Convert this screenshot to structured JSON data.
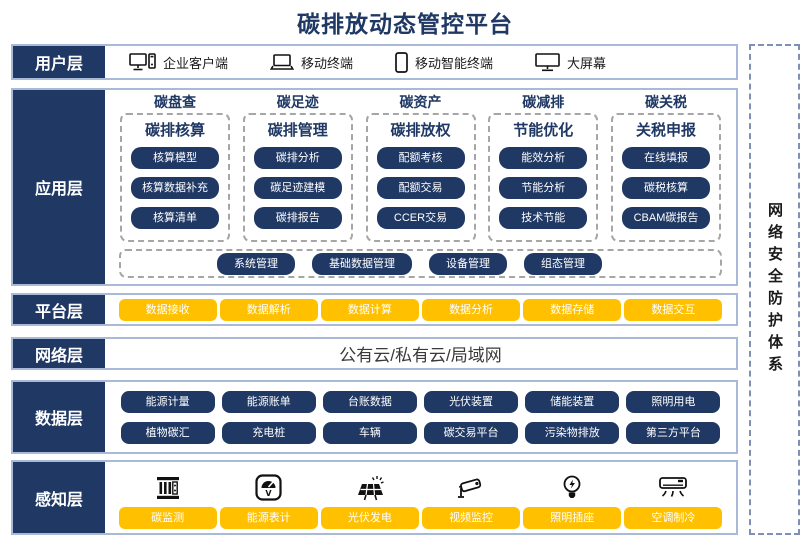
{
  "title": "碳排放动态管控平台",
  "colors": {
    "navy": "#1F3864",
    "yellow": "#FFC000",
    "band_border": "#A9B9D8"
  },
  "layers": {
    "user": {
      "label": "用户层",
      "items": [
        {
          "icon": "desktop-pc-icon",
          "label": "企业客户端"
        },
        {
          "icon": "laptop-icon",
          "label": "移动终端"
        },
        {
          "icon": "smartphone-icon",
          "label": "移动智能终端"
        },
        {
          "icon": "big-screen-icon",
          "label": "大屏幕"
        }
      ]
    },
    "app": {
      "label": "应用层",
      "columns": [
        {
          "category": "碳盘查",
          "group": "碳排核算",
          "items": [
            "核算模型",
            "核算数据补充",
            "核算清单"
          ]
        },
        {
          "category": "碳足迹",
          "group": "碳排管理",
          "items": [
            "碳排分析",
            "碳足迹建模",
            "碳排报告"
          ]
        },
        {
          "category": "碳资产",
          "group": "碳排放权",
          "items": [
            "配额考核",
            "配额交易",
            "CCER交易"
          ]
        },
        {
          "category": "碳减排",
          "group": "节能优化",
          "items": [
            "能效分析",
            "节能分析",
            "技术节能"
          ]
        },
        {
          "category": "碳关税",
          "group": "关税申报",
          "items": [
            "在线填报",
            "碳税核算",
            "CBAM碳报告"
          ]
        }
      ],
      "management_items": [
        "系统管理",
        "基础数据管理",
        "设备管理",
        "组态管理"
      ]
    },
    "platform": {
      "label": "平台层",
      "items": [
        "数据接收",
        "数据解析",
        "数据计算",
        "数据分析",
        "数据存储",
        "数据交互"
      ]
    },
    "network": {
      "label": "网络层",
      "text": "公有云/私有云/局域网"
    },
    "data": {
      "label": "数据层",
      "rows": [
        [
          "能源计量",
          "能源账单",
          "台账数据",
          "光伏装置",
          "储能装置",
          "照明用电"
        ],
        [
          "植物碳汇",
          "充电桩",
          "车辆",
          "碳交易平台",
          "污染物排放",
          "第三方平台"
        ]
      ]
    },
    "perception": {
      "label": "感知层",
      "items": [
        {
          "icon": "carbon-monitor-icon",
          "label": "碳监测"
        },
        {
          "icon": "energy-meter-icon",
          "label": "能源表计"
        },
        {
          "icon": "solar-panel-icon",
          "label": "光伏发电"
        },
        {
          "icon": "cctv-camera-icon",
          "label": "视频监控"
        },
        {
          "icon": "light-bulb-icon",
          "label": "照明插座"
        },
        {
          "icon": "air-conditioner-icon",
          "label": "空调制冷"
        }
      ]
    }
  },
  "security": {
    "text": "网络安全防护体系"
  }
}
